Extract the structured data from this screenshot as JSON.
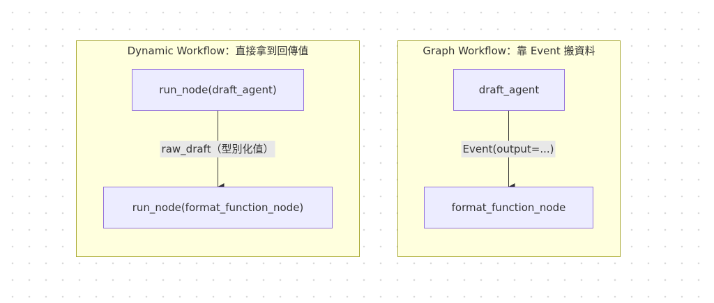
{
  "dynamic": {
    "title": "Dynamic Workflow：直接拿到回傳值",
    "source_node": "run_node(draft_agent)",
    "edge_label": "raw_draft（型別化值）",
    "target_node": "run_node(format_function_node)"
  },
  "graph": {
    "title": "Graph Workflow：靠 Event 搬資料",
    "source_node": "draft_agent",
    "edge_label": "Event(output=...)",
    "target_node": "format_function_node"
  },
  "colors": {
    "subgraph_fill": "#ffffde",
    "subgraph_border": "#aaaa33",
    "node_fill": "#ececff",
    "node_border": "#9370db",
    "edge": "#333333",
    "edge_label_bg": "#e8e8e8"
  }
}
